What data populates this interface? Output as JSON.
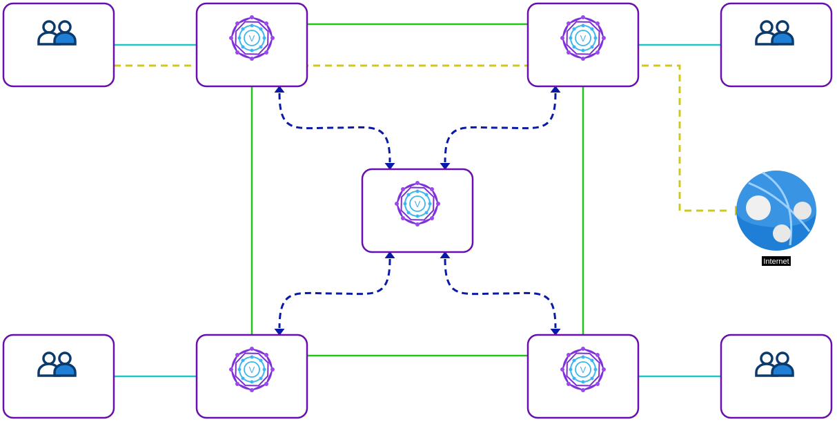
{
  "diagram": {
    "internet_label": "Internet",
    "colors": {
      "node_border": "#6a0dad",
      "client_link": "#1fc4c9",
      "backbone_link": "#22c414",
      "mesh_link": "#0a1aa8",
      "internet_link": "#cfc81c",
      "globe": "#1f7fd6"
    },
    "nodes": [
      {
        "id": "client-tl",
        "kind": "clients",
        "icon": "users-icon"
      },
      {
        "id": "router-tl",
        "kind": "router",
        "icon": "mesh-router-icon",
        "glyph": "V"
      },
      {
        "id": "router-tr",
        "kind": "router",
        "icon": "mesh-router-icon",
        "glyph": "V"
      },
      {
        "id": "client-tr",
        "kind": "clients",
        "icon": "users-icon"
      },
      {
        "id": "router-center",
        "kind": "router",
        "icon": "mesh-router-icon",
        "glyph": "V"
      },
      {
        "id": "client-bl",
        "kind": "clients",
        "icon": "users-icon"
      },
      {
        "id": "router-bl",
        "kind": "router",
        "icon": "mesh-router-icon",
        "glyph": "V"
      },
      {
        "id": "router-br",
        "kind": "router",
        "icon": "mesh-router-icon",
        "glyph": "V"
      },
      {
        "id": "client-br",
        "kind": "clients",
        "icon": "users-icon"
      },
      {
        "id": "internet",
        "kind": "internet",
        "icon": "globe-icon"
      }
    ],
    "links": [
      {
        "from": "client-tl",
        "to": "router-tl",
        "style": "client"
      },
      {
        "from": "router-tr",
        "to": "client-tr",
        "style": "client"
      },
      {
        "from": "client-bl",
        "to": "router-bl",
        "style": "client"
      },
      {
        "from": "router-br",
        "to": "client-br",
        "style": "client"
      },
      {
        "from": "router-tl",
        "to": "router-tr",
        "style": "backbone"
      },
      {
        "from": "router-bl",
        "to": "router-br",
        "style": "backbone"
      },
      {
        "from": "router-tl",
        "to": "router-bl",
        "style": "backbone"
      },
      {
        "from": "router-tr",
        "to": "router-br",
        "style": "backbone"
      },
      {
        "from": "router-tl",
        "to": "router-center",
        "style": "mesh"
      },
      {
        "from": "router-tr",
        "to": "router-center",
        "style": "mesh"
      },
      {
        "from": "router-center",
        "to": "router-bl",
        "style": "mesh"
      },
      {
        "from": "router-center",
        "to": "router-br",
        "style": "mesh"
      },
      {
        "from": "client-tl",
        "to": "internet",
        "style": "internet"
      }
    ]
  }
}
